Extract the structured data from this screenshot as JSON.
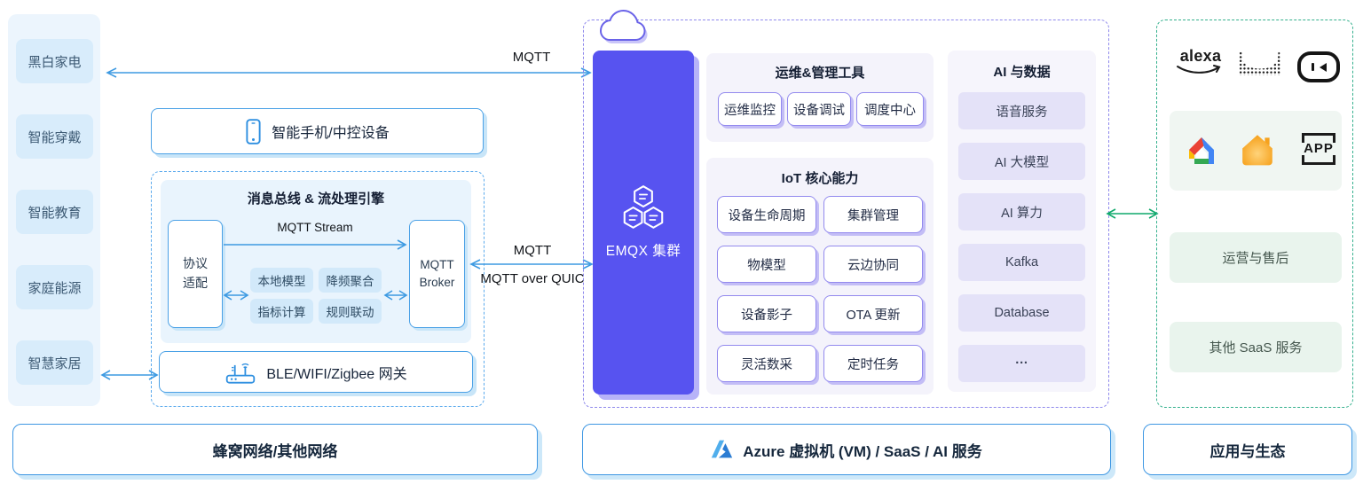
{
  "colors": {
    "accent_blue": "#3D9AE2",
    "accent_purple": "#5753F0",
    "accent_green": "#0FA96B"
  },
  "left_panel": {
    "items": [
      "黑白家电",
      "智能穿戴",
      "智能教育",
      "家庭能源",
      "智慧家居"
    ]
  },
  "top_arrow": {
    "label": "MQTT"
  },
  "phone_box": {
    "label": "智能手机/中控设备"
  },
  "engine": {
    "title": "消息总线 & 流处理引擎",
    "left_node": "协议适配",
    "right_node": "MQTT Broker",
    "stream_label": "MQTT Stream",
    "chips": [
      "本地模型",
      "降频聚合",
      "指标计算",
      "规则联动"
    ]
  },
  "gateway": {
    "label": "BLE/WIFI/Zigbee 网关"
  },
  "network_bar": {
    "label": "蜂窝网络/其他网络"
  },
  "link": {
    "mqtt": "MQTT",
    "quic": "MQTT over QUIC"
  },
  "cluster": {
    "label": "EMQX 集群"
  },
  "tools": {
    "title": "运维&管理工具",
    "buttons": [
      "运维监控",
      "设备调试",
      "调度中心"
    ]
  },
  "iot": {
    "title": "IoT 核心能力",
    "cards": [
      "设备生命周期",
      "集群管理",
      "物模型",
      "云边协同",
      "设备影子",
      "OTA 更新",
      "灵活数采",
      "定时任务"
    ]
  },
  "ai": {
    "title": "AI 与数据",
    "chips": [
      "语音服务",
      "AI 大模型",
      "AI 算力",
      "Kafka",
      "Database",
      "···"
    ]
  },
  "partners": {
    "alexa_label": "alexa",
    "app_label": "APP",
    "ops_label": "运营与售后",
    "saas_label": "其他 SaaS 服务"
  },
  "azure_bar": {
    "label": "Azure 虚拟机 (VM) / SaaS / AI 服务"
  },
  "ecosystem_bar": {
    "label": "应用与生态"
  },
  "icons": {
    "cloud": "cloud-outline",
    "phone": "smartphone-outline",
    "router": "wireless-gateway",
    "hexagon_cluster": "emqx-hexagon-cluster",
    "azure": "azure-logo",
    "alexa": "amazon-alexa-logo",
    "dot_matrix": "dot-matrix-logo",
    "smart_speaker": "smart-speaker-logo",
    "google_home": "google-home-logo",
    "homekit": "homekit-logo",
    "app": "app-brackets-logo"
  }
}
